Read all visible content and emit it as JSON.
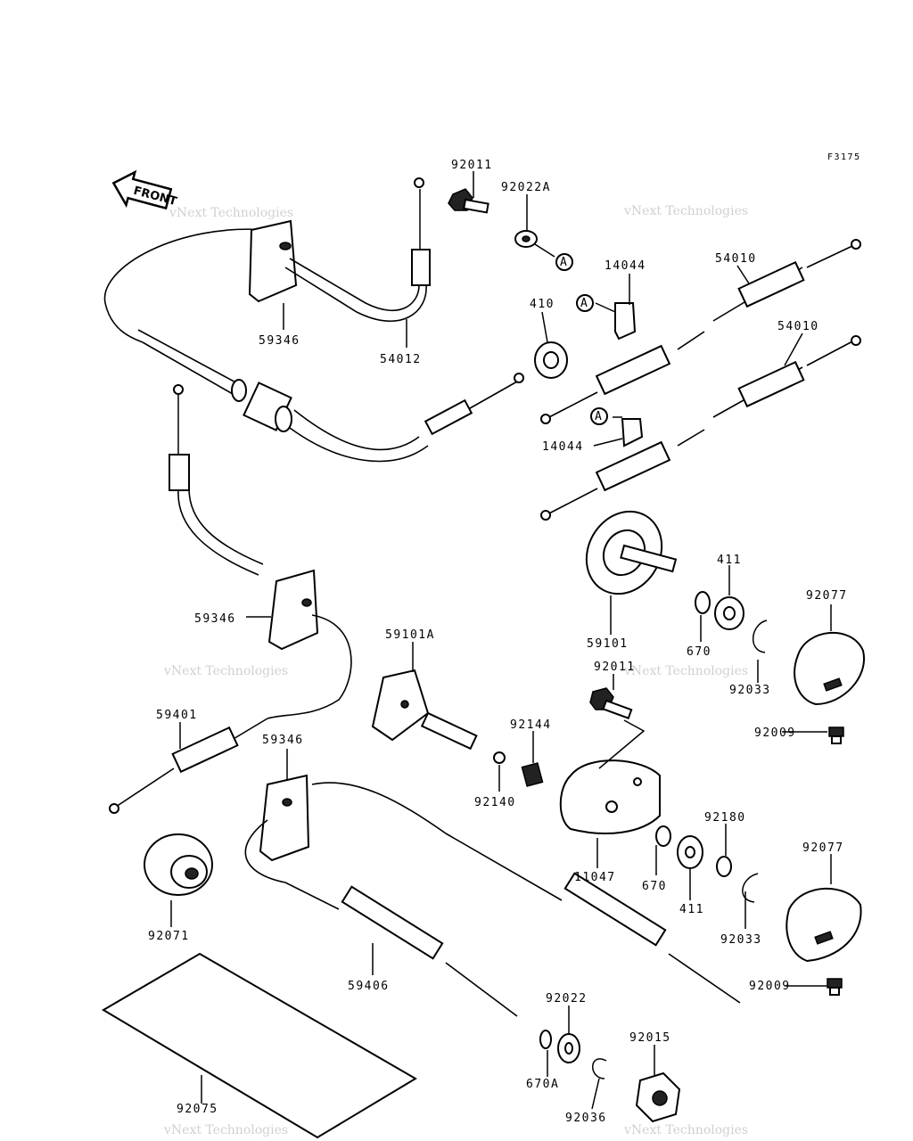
{
  "figure_code": "F3175",
  "front_label": "FRONT",
  "watermark": "vNext Technologies",
  "callouts": {
    "c92011a": "92011",
    "c92022a": "92022A",
    "cA1": "A",
    "cA2": "A",
    "cA3": "A",
    "c14044a": "14044",
    "c14044b": "14044",
    "c54010a": "54010",
    "c54010b": "54010",
    "c410": "410",
    "c59346a": "59346",
    "c54012": "54012",
    "c59346b": "59346",
    "c59101": "59101",
    "c411a": "411",
    "c670a": "670",
    "c92077a": "92077",
    "c92033a": "92033",
    "c92009a": "92009",
    "c59101a": "59101A",
    "c92011b": "92011",
    "c92144": "92144",
    "c92140": "92140",
    "c59401": "59401",
    "c59346c": "59346",
    "c11047": "11047",
    "c92180": "92180",
    "c670b": "670",
    "c411b": "411",
    "c92077b": "92077",
    "c92033b": "92033",
    "c92071": "92071",
    "c59406": "59406",
    "c92009b": "92009",
    "c92022": "92022",
    "c92015": "92015",
    "c670A": "670A",
    "c92036": "92036",
    "c92075": "92075"
  }
}
